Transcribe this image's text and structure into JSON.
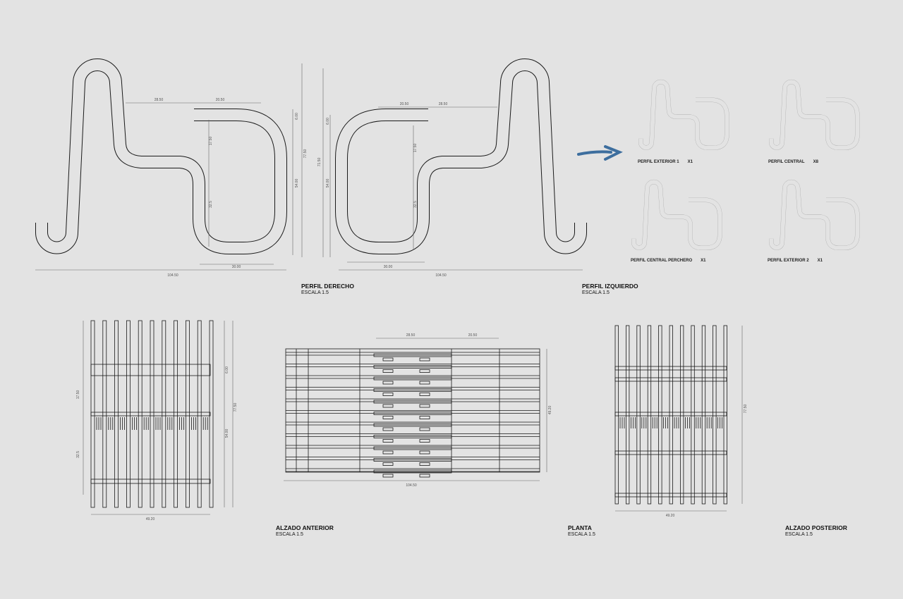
{
  "colors": {
    "background": "#e3e3e3",
    "line": "#1a1a1a",
    "part_line": "#9a9a9a",
    "arrow": "#3d6e9e"
  },
  "views": {
    "perfil_derecho": {
      "title": "PERFIL DERECHO",
      "scale": "ESCALA 1.5"
    },
    "perfil_izquierdo": {
      "title": "PERFIL IZQUIERDO",
      "scale": "ESCALA 1.5"
    },
    "alzado_anterior": {
      "title": "ALZADO ANTERIOR",
      "scale": "ESCALA 1.5"
    },
    "planta": {
      "title": "PLANTA",
      "scale": "ESCALA 1.5"
    },
    "alzado_posterior": {
      "title": "ALZADO POSTERIOR",
      "scale": "ESCALA 1.5"
    }
  },
  "parts": [
    {
      "name": "PERFIL EXTERIOR 1",
      "qty": "X1"
    },
    {
      "name": "PERFIL CENTRAL",
      "qty": "X8"
    },
    {
      "name": "PERFIL CENTRAL PERCHERO",
      "qty": "X1"
    },
    {
      "name": "PERFIL EXTERIOR 2",
      "qty": "X1"
    }
  ],
  "dimensions": {
    "seat_depth_a": "28.50",
    "seat_depth_b": "20.50",
    "upper_height": "17.50",
    "lower_height": "32.5",
    "top_offset": "6.00",
    "seat_height": "54.00",
    "total_height": "77.50",
    "inner_height": "71.50",
    "base": "30.00",
    "total_length": "104.50",
    "width": "49.20"
  }
}
